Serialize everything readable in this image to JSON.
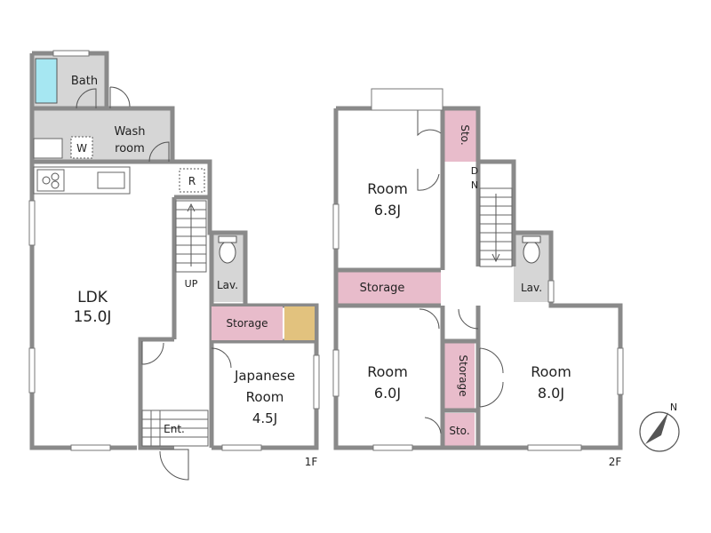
{
  "rooms_1f": {
    "bath": "Bath",
    "wash_line1": "Wash",
    "wash_line2": "room",
    "washer": "W",
    "fridge": "R",
    "ldk": "LDK",
    "ldk_size": "15.0J",
    "up": "UP",
    "lav": "Lav.",
    "storage": "Storage",
    "japanese_line1": "Japanese",
    "japanese_line2": "Room",
    "japanese_size": "4.5J",
    "entrance": "Ent."
  },
  "rooms_2f": {
    "room1": "Room",
    "room1_size": "6.8J",
    "sto_top": "Sto.",
    "dn_d": "D",
    "dn_n": "N",
    "storage": "Storage",
    "lav": "Lav.",
    "room2": "Room",
    "room2_size": "6.0J",
    "storage_vertical": "Storage",
    "room3": "Room",
    "room3_size": "8.0J",
    "sto_bottom": "Sto."
  },
  "floor_labels": {
    "first": "1F",
    "second": "2F"
  },
  "compass": {
    "north": "N"
  },
  "colors": {
    "wall": "#8a8a8a",
    "wet_area": "#d6d6d6",
    "storage": "#e8bccb",
    "closet": "#e2c27e",
    "bathtub": "#a6e7f2"
  }
}
